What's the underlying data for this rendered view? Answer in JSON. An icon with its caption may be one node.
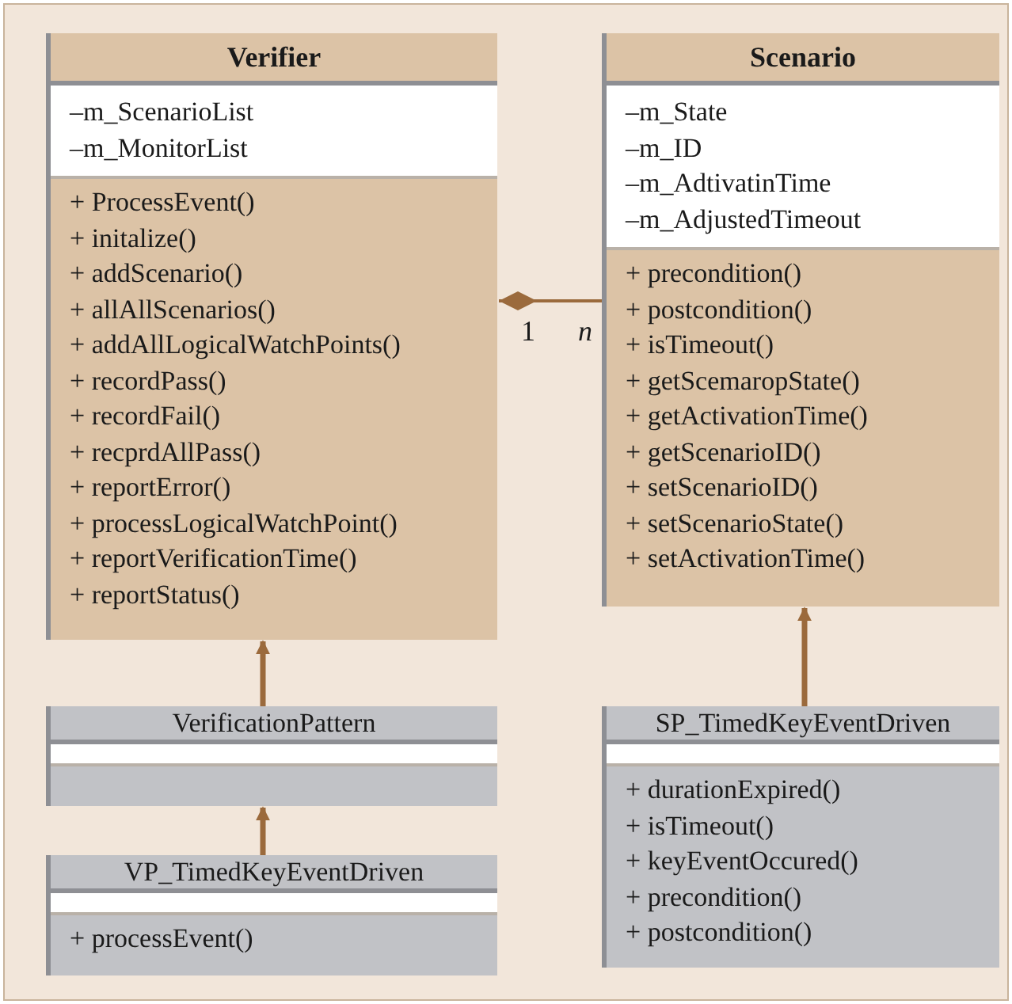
{
  "diagram": {
    "nodes": [
      {
        "text": [
          "Verifier",
          "–m_ScenarioList",
          "–m_MonitorList",
          "+ ProcessEvent()",
          "+ initalize()",
          "+ addScenario()",
          "+ allAllScenarios()",
          "+ addAllLogicalWatchPoints()",
          "+ recordPass()",
          "+ recordFail()",
          "+ recprdAllPass()",
          "+ reportError()",
          "+ processLogicalWatchPoint()",
          "+ reportVerificationTime()",
          "+ reportStatus()"
        ]
      },
      {
        "text": [
          "Scenario",
          "–m_State",
          "–m_ID",
          "–m_AdtivatinTime",
          "–m_AdjustedTimeout",
          "+ precondition()",
          "+ postcondition()",
          "+ isTimeout()",
          "+ getScemaropState()",
          "+ getActivationTime()",
          "+ getScenarioID()",
          "+ setScenarioID()",
          "+ setScenarioState()",
          "+ setActivationTime()"
        ]
      },
      {
        "text": [
          "VerificationPattern"
        ]
      },
      {
        "text": [
          "VP_TimedKeyEventDriven",
          "+ processEvent()"
        ]
      },
      {
        "text": [
          "SP_TimedKeyEventDriven",
          "+ durationExpired()",
          "+ isTimeout()",
          "+ keyEventOccured()",
          "+ precondition()",
          "+ postcondition()"
        ]
      }
    ],
    "edges": [
      {
        "from": 0,
        "to": 1,
        "arrow": "other"
      },
      {
        "from": 2,
        "to": 0,
        "arrow": "to"
      },
      {
        "from": 3,
        "to": 2,
        "arrow": "to"
      },
      {
        "from": 4,
        "to": 1,
        "arrow": "to"
      }
    ],
    "labels": [
      "1",
      "n"
    ]
  }
}
